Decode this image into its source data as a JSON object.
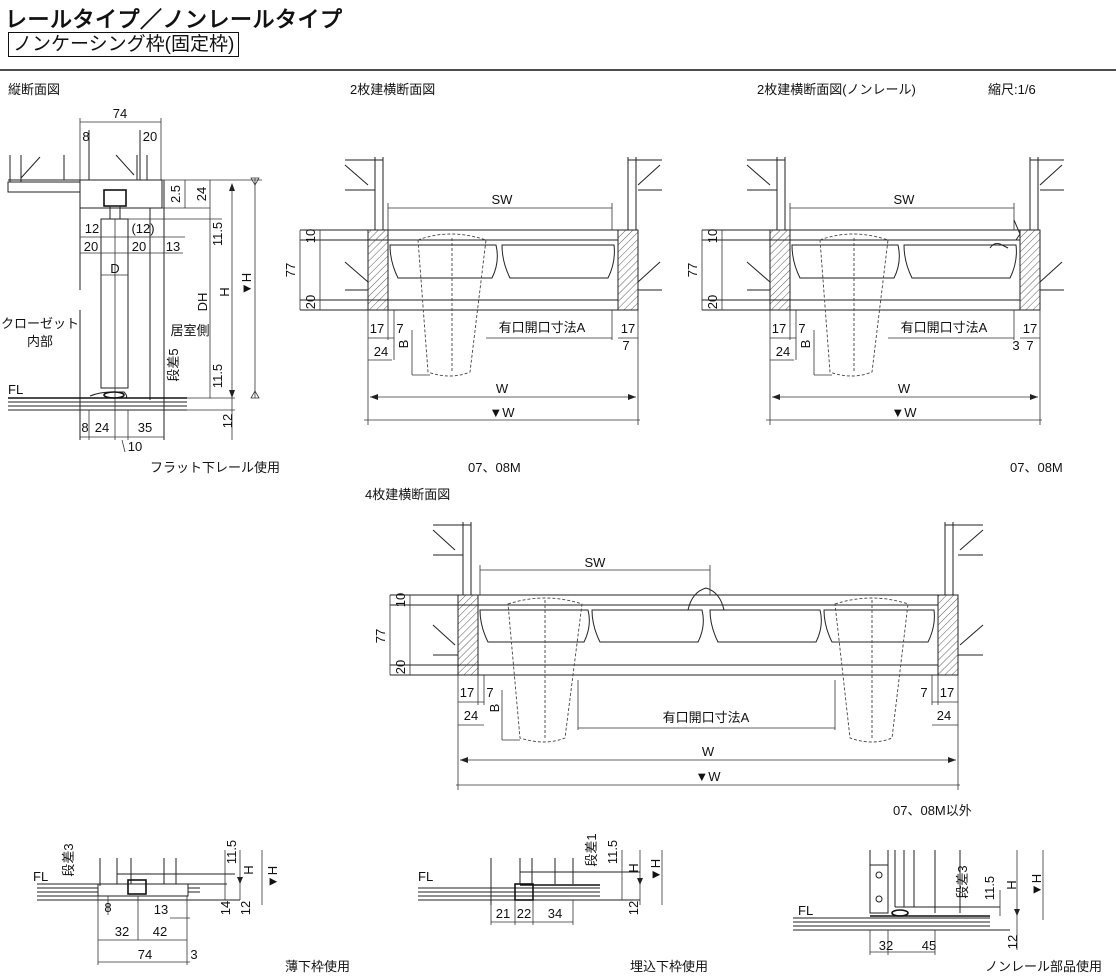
{
  "header": {
    "title": "レールタイプ／ノンレールタイプ",
    "subtitle": "ノンケーシング枠(固定枠)"
  },
  "scale": "縮尺:1/6",
  "vertical": {
    "title": "縦断面図",
    "caption": "フラット下レール使用",
    "labels": [
      "74",
      "8",
      "20",
      "2.5",
      "24",
      "12",
      "(12)",
      "20",
      "20",
      "13",
      "D",
      "11.5",
      "DH",
      "H",
      "▼H",
      "居室側",
      "段差5",
      "11.5",
      "FL",
      "8",
      "24",
      "35",
      "10",
      "12",
      "クローゼット",
      "内部"
    ]
  },
  "two_panel": {
    "title": "2枚建横断面図",
    "caption": "07、08M",
    "labels": [
      "SW",
      "10",
      "77",
      "20",
      "17",
      "7",
      "24",
      "B",
      "有口開口寸法A",
      "17",
      "7",
      "W",
      "▼W"
    ]
  },
  "two_panel_nonrail": {
    "title": "2枚建横断面図(ノンレール)",
    "caption": "07、08M",
    "labels": [
      "SW",
      "10",
      "77",
      "20",
      "17",
      "7",
      "24",
      "B",
      "有口開口寸法A",
      "17",
      "7",
      "W",
      "▼W",
      "3"
    ]
  },
  "four_panel": {
    "title": "4枚建横断面図",
    "caption": "07、08M以外",
    "labels": [
      "SW",
      "10",
      "77",
      "20",
      "17",
      "7",
      "24",
      "B",
      "有口開口寸法A",
      "7",
      "17",
      "24",
      "W",
      "▼W"
    ]
  },
  "thin_sill": {
    "caption": "薄下枠使用",
    "labels": [
      "段差3",
      "FL",
      "11.5",
      "H",
      "▼H",
      "8",
      "13",
      "14",
      "12",
      "32",
      "42",
      "74",
      "3"
    ]
  },
  "embedded_sill": {
    "caption": "埋込下枠使用",
    "labels": [
      "FL",
      "段差1",
      "11.5",
      "H",
      "▼H",
      "21",
      "22",
      "34",
      "12"
    ]
  },
  "nonrail_parts": {
    "caption": "ノンレール部品使用",
    "labels": [
      "FL",
      "段差3",
      "11.5",
      "H",
      "▼H",
      "32",
      "45",
      "12"
    ]
  }
}
